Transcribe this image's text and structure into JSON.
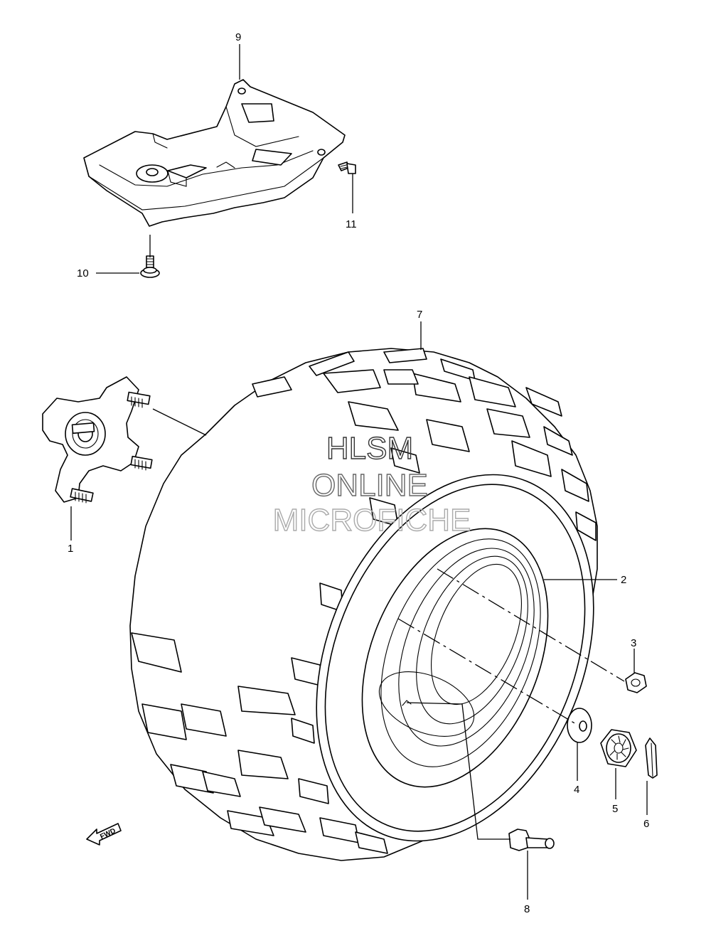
{
  "watermark": {
    "line1": "HLSM",
    "line2": "ONLINE",
    "line3": "MICROFICHE"
  },
  "callouts": {
    "p1": "1",
    "p2": "2",
    "p3": "3",
    "p4": "4",
    "p5": "5",
    "p6": "6",
    "p7": "7",
    "p8": "8",
    "p9": "9",
    "p10": "10",
    "p11": "11"
  },
  "direction_badge": "FWD"
}
